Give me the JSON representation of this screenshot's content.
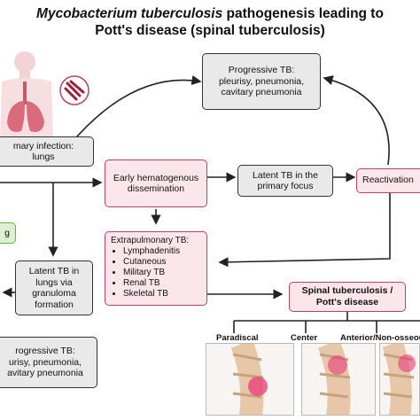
{
  "title": {
    "italic": "Mycobacterium tuberculosis",
    "rest_line1": " pathogenesis leading to",
    "line2": "Pott's disease (spinal tuberculosis)"
  },
  "boxes": {
    "progressive_top": [
      "Progressive TB:",
      "pleurisy, pneumonia,",
      "cavitary pneumonia"
    ],
    "primary_infection": [
      "mary infection:",
      "lungs"
    ],
    "early_heme": [
      "Early hematogenous",
      "dissemination"
    ],
    "latent_focus": [
      "Latent TB in the",
      "primary focus"
    ],
    "reactivation": "Reactivation",
    "green_partial": "g",
    "latent_lungs": [
      "Latent TB in",
      "lungs via",
      "granuloma",
      "formation"
    ],
    "progressive_bottom": [
      "rogressive TB:",
      "urisy, pneumonia,",
      "avitary pneumonia"
    ]
  },
  "extrapulmonary": {
    "heading": "Extrapulmonary TB:",
    "items": [
      "Lymphadenitis",
      "Cutaneous",
      "Military TB",
      "Renal TB",
      "Skeletal TB"
    ]
  },
  "spinal": [
    "Spinal tuberculosis /",
    "Pott's disease"
  ],
  "sites": [
    "Paradiscal",
    "Center",
    "Anterior/Non-osseous"
  ],
  "colors": {
    "grey_box": "#e9e9e9",
    "pink_box": "#fbe6ec",
    "pink_border": "#b5455e",
    "green_box": "#dff0d0",
    "lesion": "#e8397a"
  }
}
